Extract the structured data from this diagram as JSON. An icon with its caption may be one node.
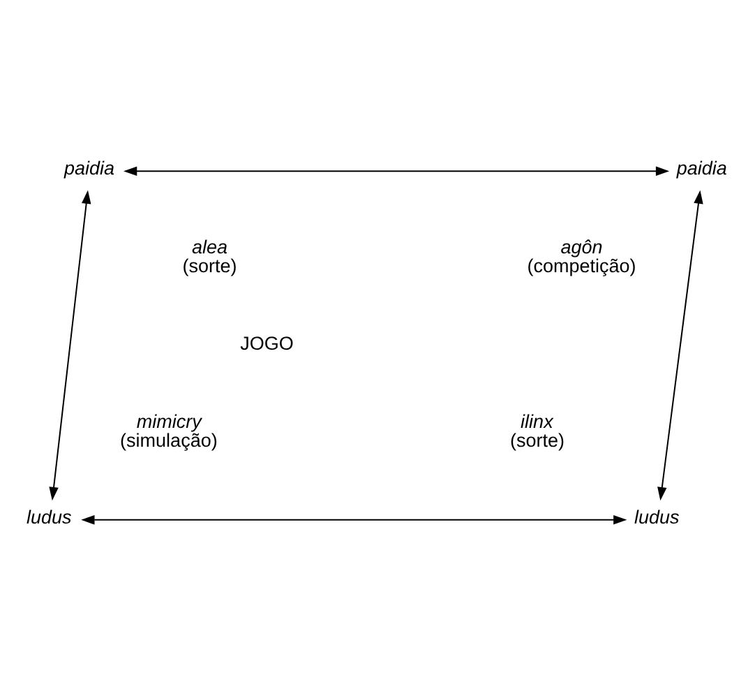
{
  "diagram": {
    "nodes": [
      {
        "text": [
          "paidia"
        ]
      },
      {
        "text": [
          "paidia"
        ]
      },
      {
        "text": [
          "ludus"
        ]
      },
      {
        "text": [
          "ludus"
        ]
      }
    ],
    "edges": [
      {
        "from": 0,
        "to": 1,
        "arrow": "both"
      },
      {
        "from": 0,
        "to": 2,
        "arrow": "both"
      },
      {
        "from": 1,
        "to": 3,
        "arrow": "both"
      },
      {
        "from": 2,
        "to": 3,
        "arrow": "both"
      }
    ],
    "labels": [
      "*alea* (sorte)",
      "*agôn* (competição)",
      "JOGO",
      "*mimicry* (simulação)",
      "*ilinx* (sorte)"
    ]
  }
}
